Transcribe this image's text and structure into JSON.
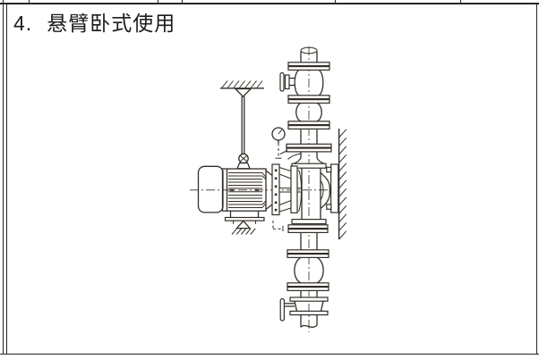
{
  "page": {
    "section_number": "4.",
    "title": "悬臂卧式使用",
    "background": "#ffffff",
    "border_color": "#262626",
    "ink_color": "#332e27"
  },
  "diagram": {
    "type": "technical-line-drawing",
    "components": [
      "ceiling-support-hatch",
      "hanger-rod",
      "lifting-eye",
      "vertical-pipe",
      "pipe-flanges",
      "top-gate-valve-with-handwheel",
      "upper-expansion-joint",
      "pressure-gauge",
      "electric-motor",
      "pump-casing",
      "motor-floor-support",
      "wall-mount-bracket",
      "wall-hatch",
      "lower-expansion-joint",
      "bottom-valve-with-handle"
    ]
  }
}
